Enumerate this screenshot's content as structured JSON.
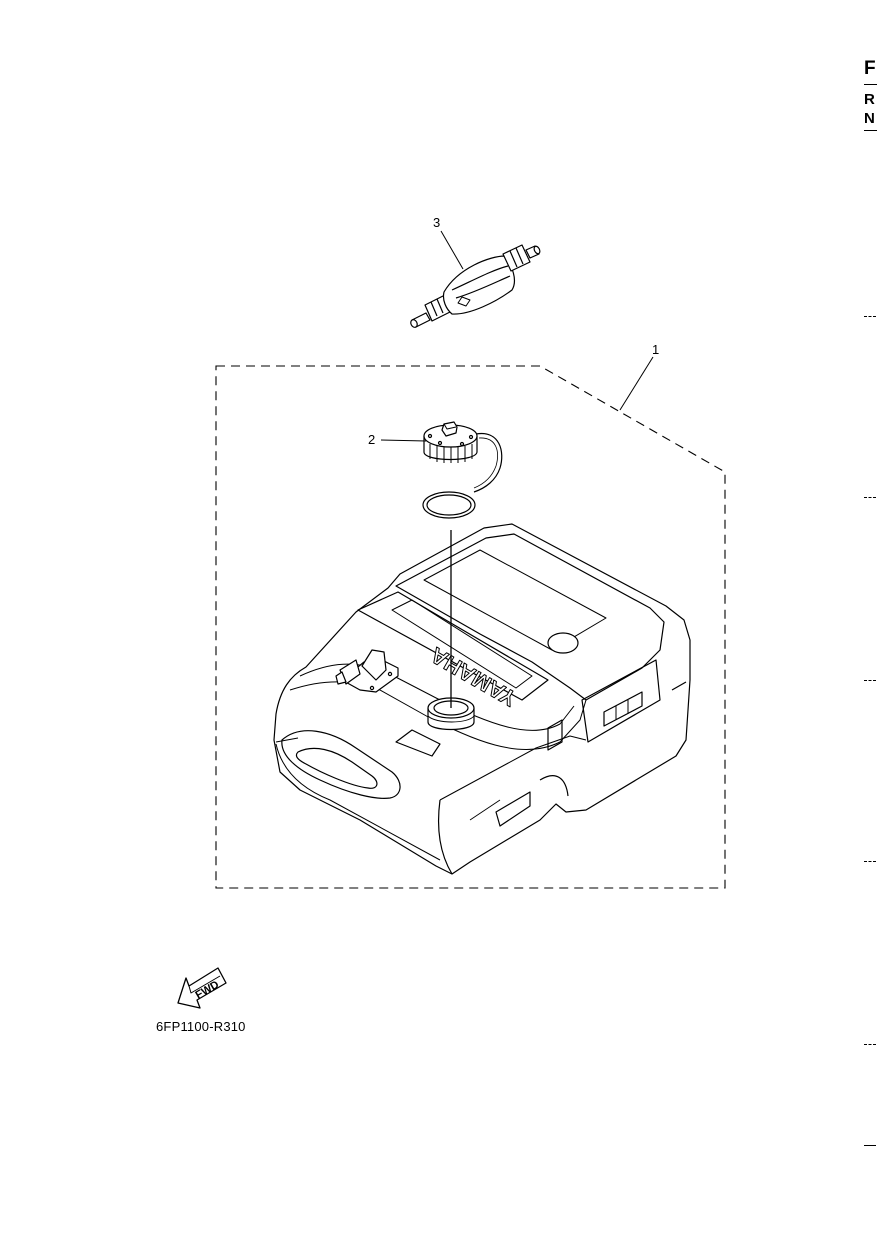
{
  "drawing_code": "6FP1100-R310",
  "forward_badge": "FWD",
  "parts": [
    {
      "ref": "1",
      "icon": "fuel-tank-assembly-icon"
    },
    {
      "ref": "2",
      "icon": "fuel-tank-cap-icon"
    },
    {
      "ref": "3",
      "icon": "primer-bulb-icon"
    }
  ],
  "tank_brand": "YAMAHA",
  "edge_header": {
    "line1": "F",
    "line2": "R",
    "line3": "N"
  }
}
